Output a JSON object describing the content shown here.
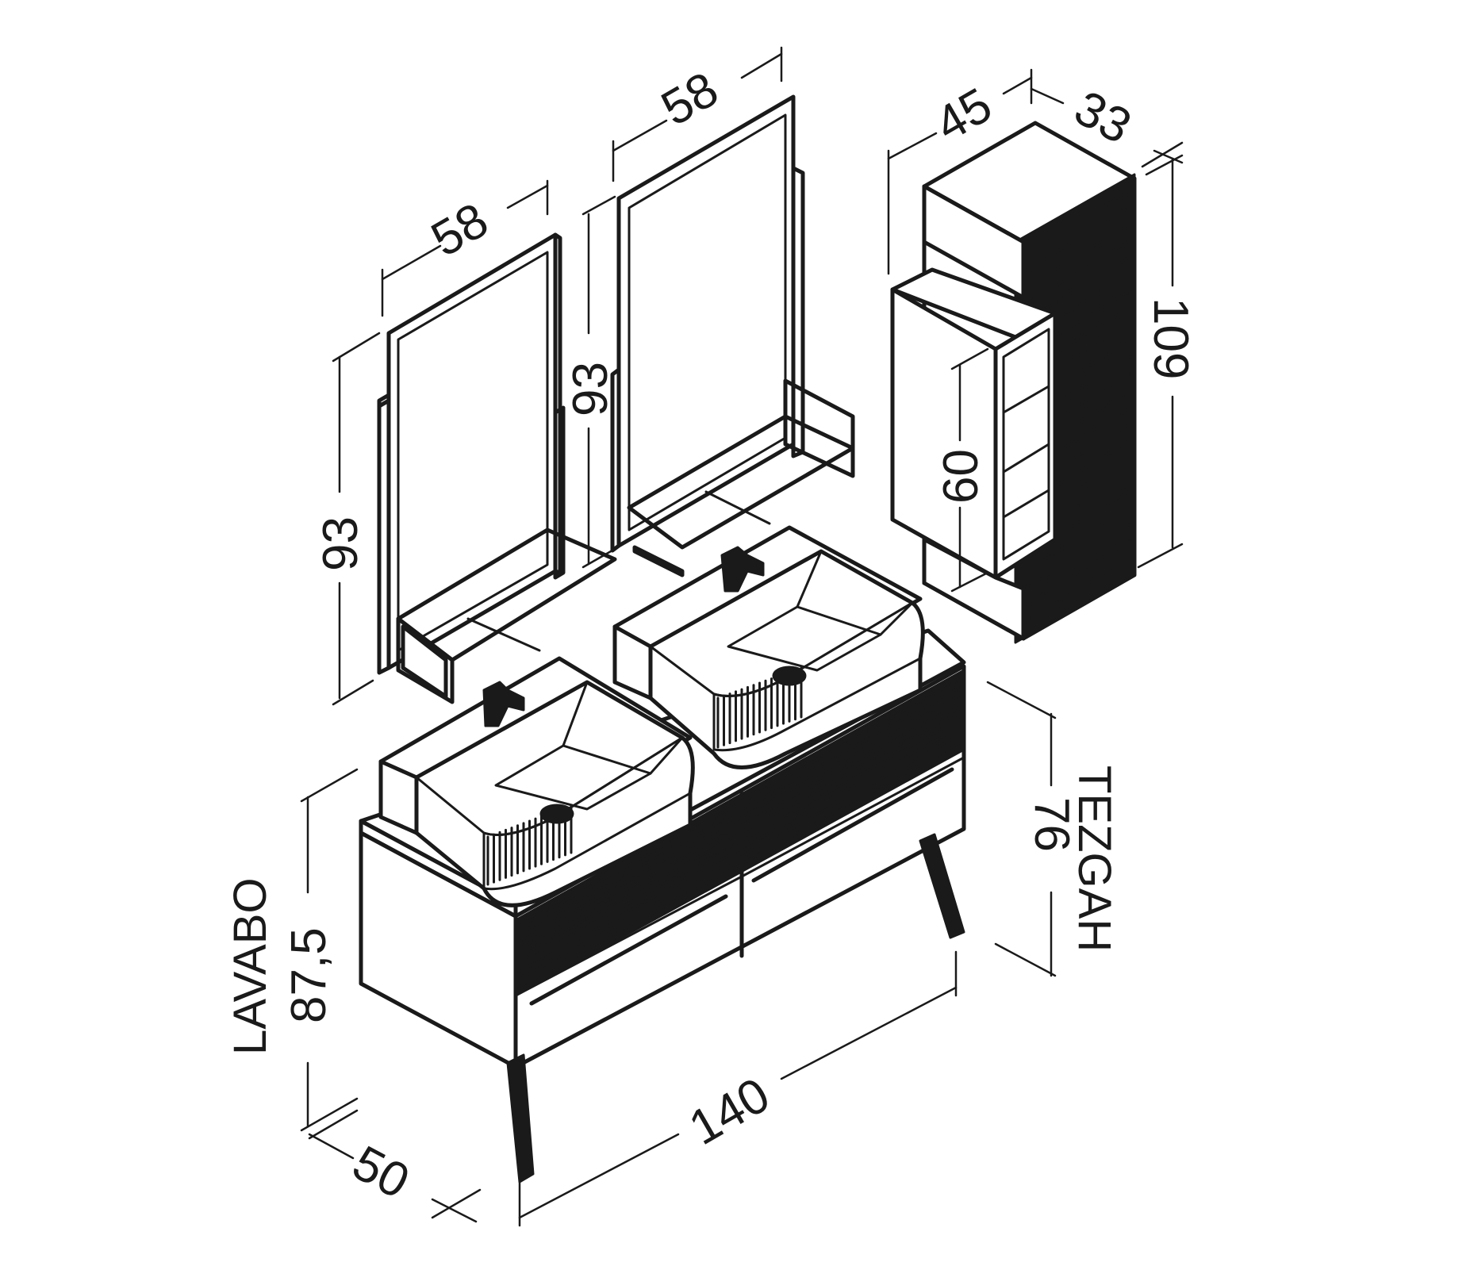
{
  "labels": {
    "mirror_left_width": "58",
    "mirror_left_height": "93",
    "mirror_right_width": "58",
    "mirror_right_height": "93",
    "cabinet_width": "45",
    "cabinet_depth": "33",
    "cabinet_height": "109",
    "cabinet_shelf_height": "60",
    "vanity_height_label": "LAVABO",
    "vanity_height_value": "87,5",
    "counter_label": "TEZGAH",
    "counter_height_value": "76",
    "vanity_width": "140",
    "vanity_depth": "50"
  },
  "colors": {
    "line": "#1a1a1a",
    "background": "#ffffff"
  }
}
